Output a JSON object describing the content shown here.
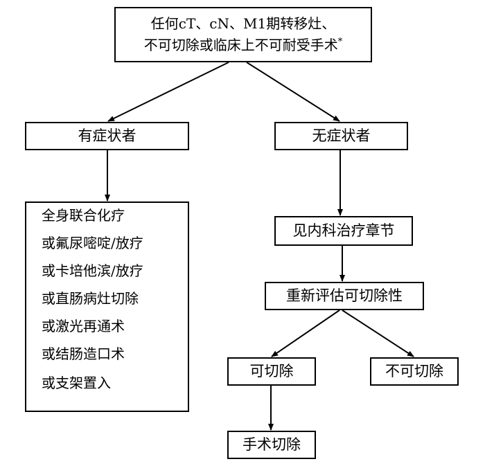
{
  "nodes": {
    "top_line1": "任何cT、cN、M1期转移灶、",
    "top_line2": "不可切除或临床上不可耐受手术",
    "top_mark": "*",
    "symptomatic": "有症状者",
    "asymptomatic": "无症状者",
    "treatments": [
      "全身联合化疗",
      "或氟尿嘧啶/放疗",
      "或卡培他滨/放疗",
      "或直肠病灶切除",
      "或激光再通术",
      "或结肠造口术",
      "或支架置入"
    ],
    "medical_chapter": "见内科治疗章节",
    "reevaluate": "重新评估可切除性",
    "resectable": "可切除",
    "unresectable": "不可切除",
    "surgery": "手术切除"
  }
}
